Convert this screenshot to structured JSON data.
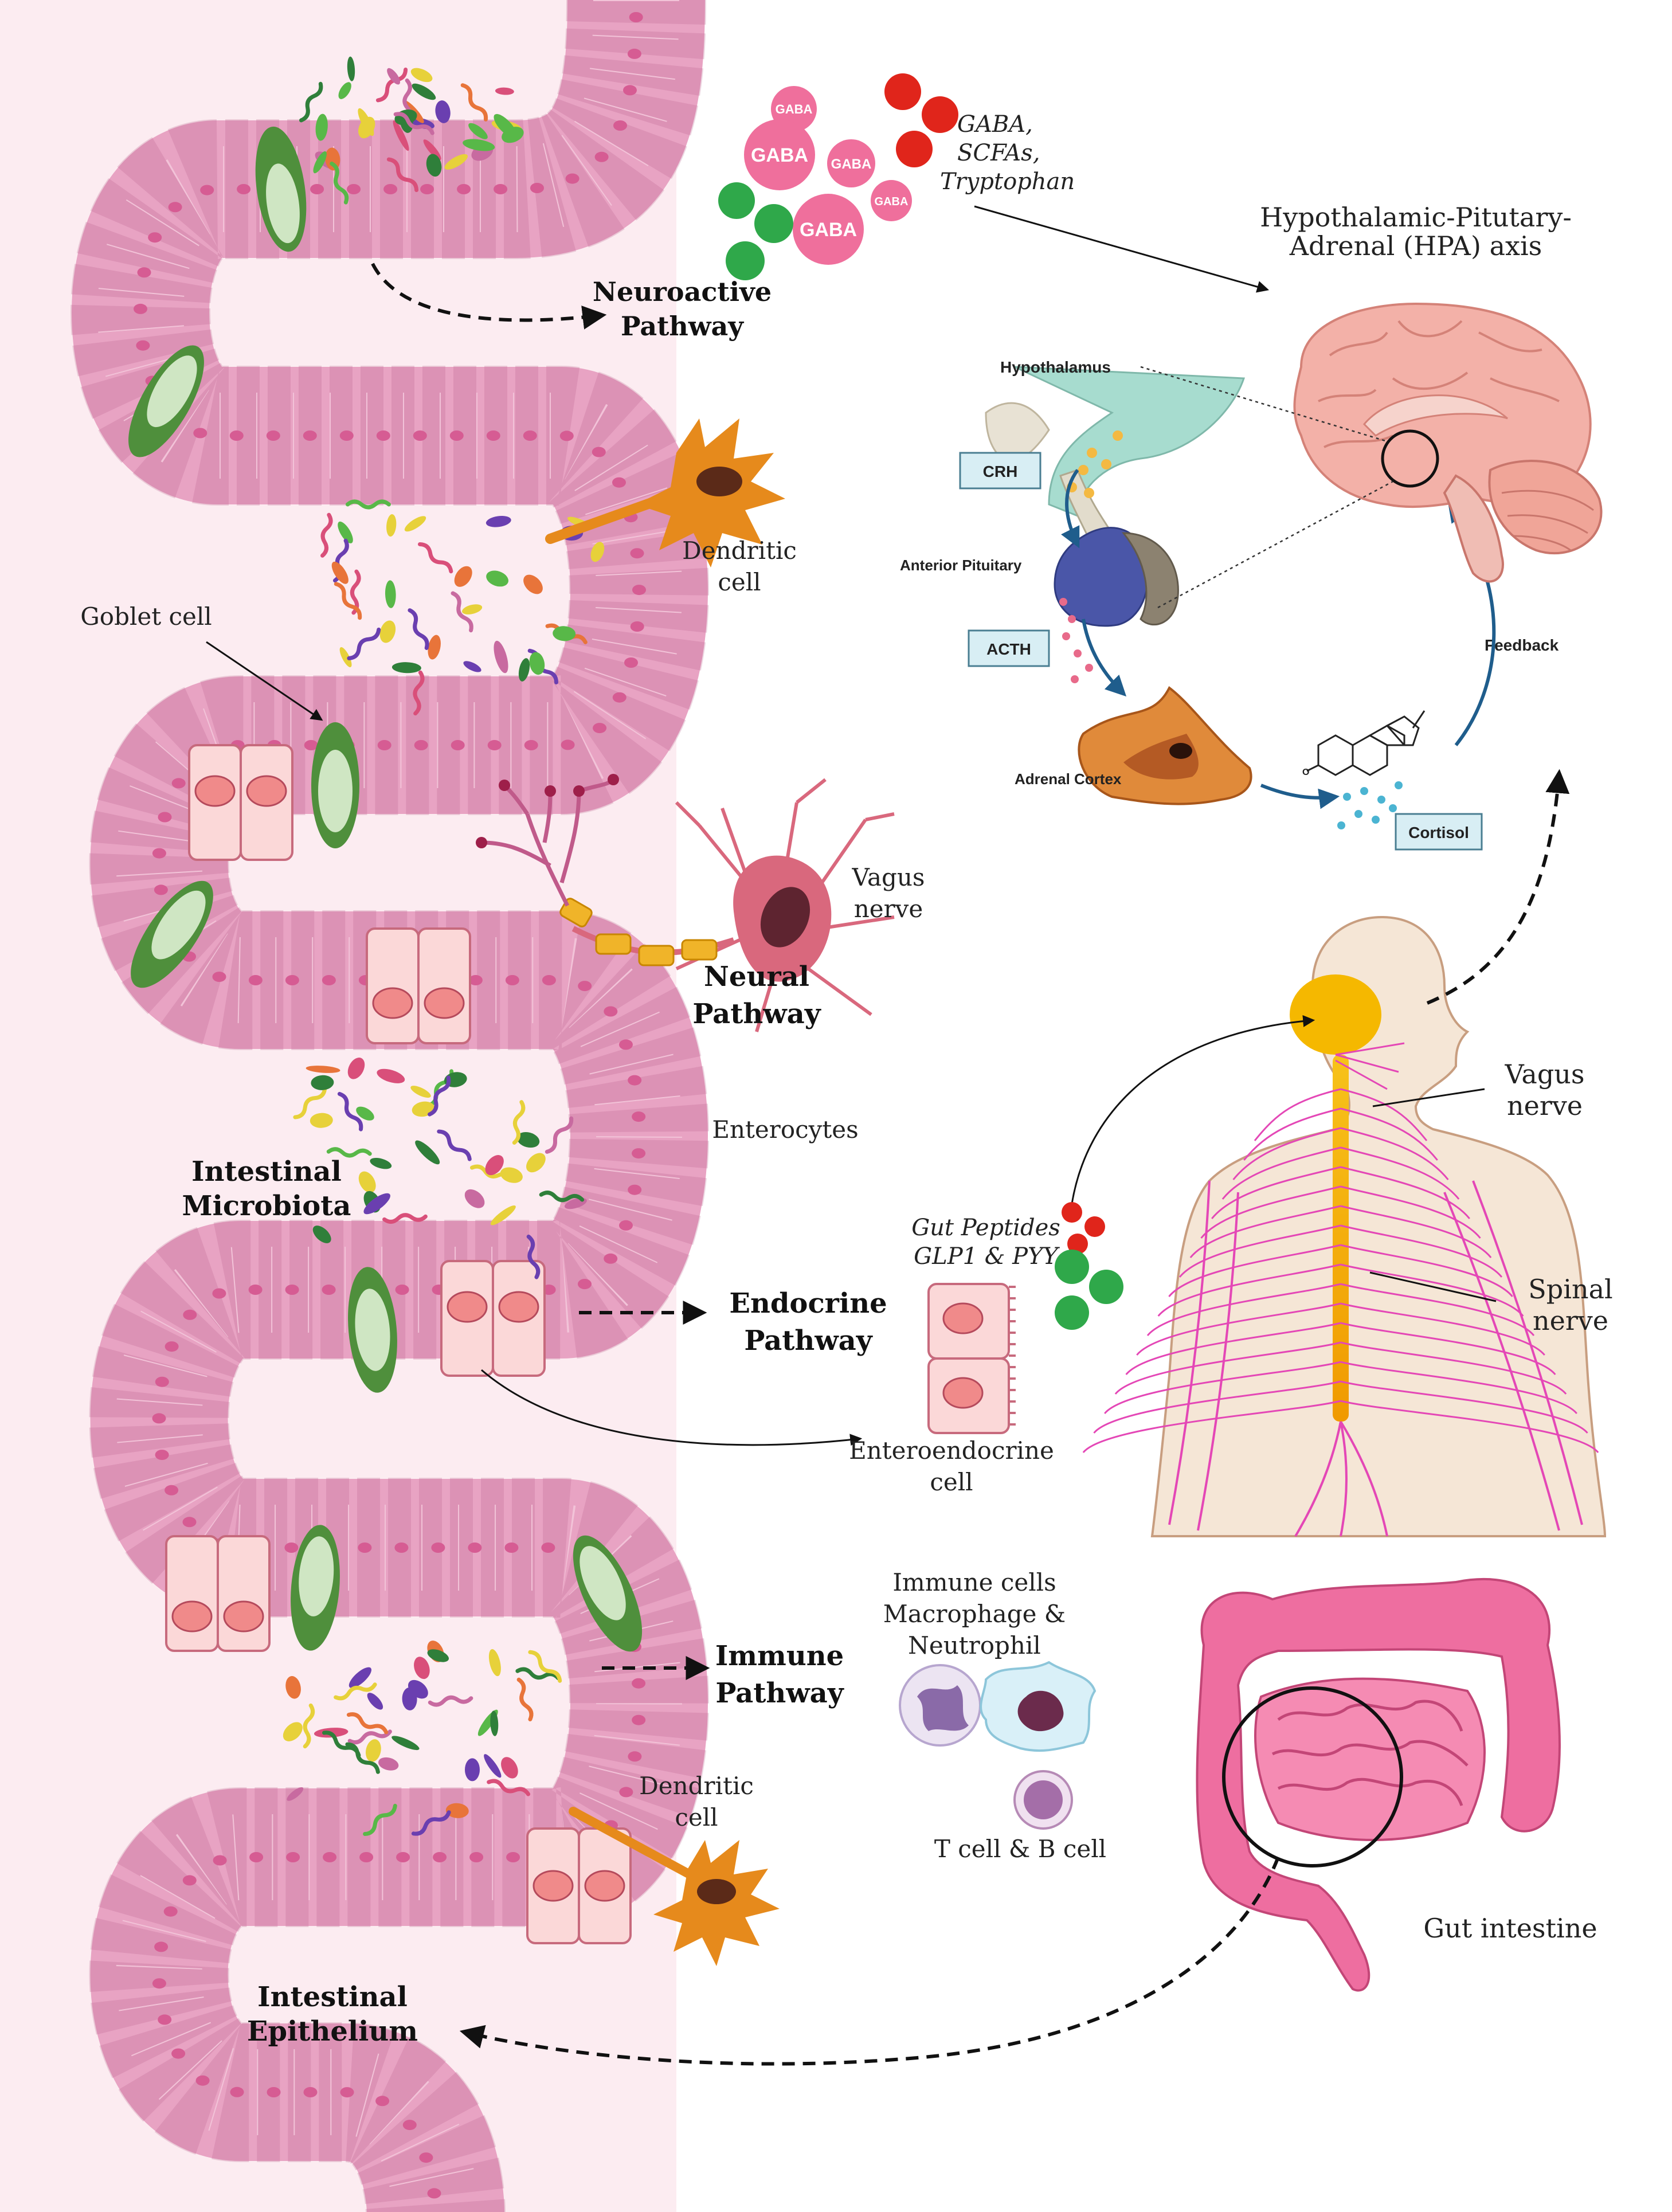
{
  "colors": {
    "lumen_bg": "#fcecf1",
    "epithelium": "#e8a3c3",
    "epithelium_edge": "#b8608c",
    "nucleus": "#d65c93",
    "goblet": "#4f8f3c",
    "gaba_pink": "#ef6f9c",
    "molecule_red": "#e0251b",
    "molecule_green": "#2fa84a",
    "nerve_magenta": "#e447b6",
    "spine_yellow": "#f5b800",
    "dendritic_orange": "#e68a1c",
    "brain_pink": "#f3b1a8",
    "colon_pink": "#ee6ea0",
    "neuron_pink": "#d9687d",
    "hpa_label_box": "#d8eef4"
  },
  "labels": {
    "neuroactive_pathway": [
      "Neuroactive",
      "Pathway"
    ],
    "gaba_scfa_tryptophan": [
      "GABA,",
      "SCFAs,",
      "Tryptophan"
    ],
    "gaba": "GABA",
    "hpa_axis": [
      "Hypothalamic-Pitutary-",
      "Adrenal (HPA) axis"
    ],
    "hypothalamus": "Hypothalamus",
    "crh": "CRH",
    "anterior_pituitary": "Anterior Pituitary",
    "acth": "ACTH",
    "adrenal_cortex": "Adrenal Cortex",
    "cortisol": "Cortisol",
    "feedback": "Feedback",
    "dendritic_cell": [
      "Dendritic",
      "cell"
    ],
    "goblet_cell": "Goblet cell",
    "vagus_nerve": [
      "Vagus",
      "nerve"
    ],
    "neural_pathway": [
      "Neural",
      "Pathway"
    ],
    "enterocytes": "Enterocytes",
    "intestinal_microbiota": [
      "Intestinal",
      "Microbiota"
    ],
    "gut_peptides": [
      "Gut Peptides",
      "GLP1 & PYY"
    ],
    "spinal_nerve": [
      "Spinal",
      "nerve"
    ],
    "endocrine_pathway": [
      "Endocrine",
      "Pathway"
    ],
    "enteroendocrine_cell": [
      "Enteroendocrine",
      "cell"
    ],
    "immune_cells": [
      "Immune cells",
      "Macrophage &",
      "Neutrophil"
    ],
    "immune_pathway": [
      "Immune",
      "Pathway"
    ],
    "t_b_cell": "T cell & B cell",
    "gut_intestine": "Gut intestine",
    "intestinal_epithelium": [
      "Intestinal",
      "Epithelium"
    ]
  }
}
